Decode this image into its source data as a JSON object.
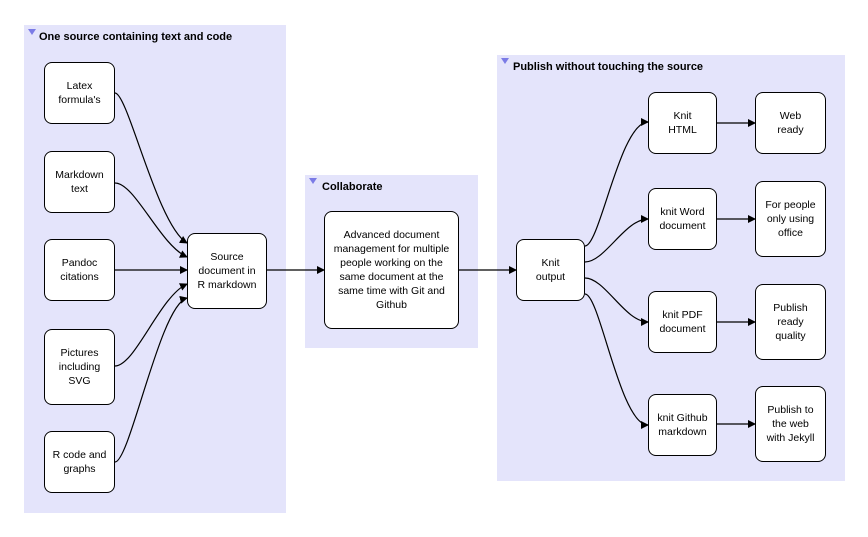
{
  "groups": {
    "source": {
      "title": "One source containing text and code"
    },
    "collab": {
      "title": "Collaborate"
    },
    "publish": {
      "title": "Publish without touching the source"
    }
  },
  "nodes": {
    "latex": "Latex\nformula's",
    "markdown": "Markdown\ntext",
    "pandoc": "Pandoc\ncitations",
    "pictures": "Pictures\nincluding\nSVG",
    "rcode": "R code and\ngraphs",
    "source_doc": "Source\ndocument in\nR markdown",
    "advanced": "Advanced document\nmanagement for multiple\npeople working on the\nsame document at the\nsame time with Git and\nGithub",
    "knit_output": "Knit\noutput",
    "knit_html": "Knit\nHTML",
    "knit_word": "knit Word\ndocument",
    "knit_pdf": "knit PDF\ndocument",
    "knit_github": "knit Github\nmarkdown",
    "web_ready": "Web\nready",
    "office": "For people\nonly using\noffice",
    "publish_quality": "Publish\nready\nquality",
    "jekyll": "Publish to\nthe web\nwith Jekyll"
  },
  "colors": {
    "group_fill": "#e4e4fb",
    "collapse_triangle": "#7b7be6",
    "node_border": "#000000"
  }
}
